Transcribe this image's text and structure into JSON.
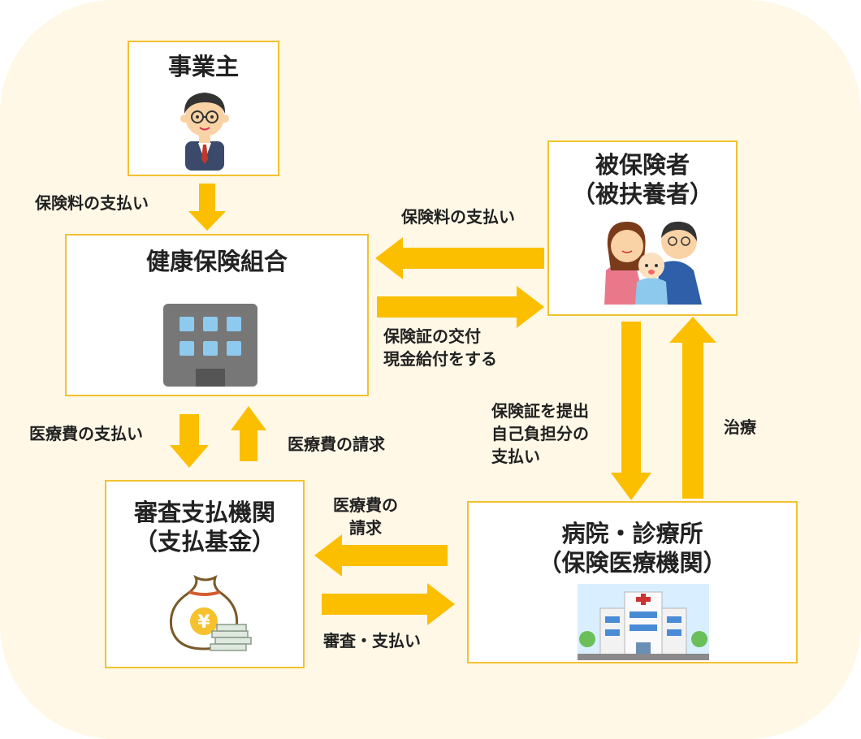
{
  "nodes": {
    "employer": "事業主",
    "insurer": "健康保険組合",
    "insured": "被保険者\n（被扶養者）",
    "reviewer": "審査支払機関\n（支払基金）",
    "hospital": "病院・診療所\n（保険医療機関）"
  },
  "edges": {
    "employer_to_insurer": "保険料の支払い",
    "insured_to_insurer": "保険料の支払い",
    "insurer_to_insured": "保険証の交付\n現金給付をする",
    "insurer_to_reviewer": "医療費の支払い",
    "reviewer_to_insurer": "医療費の請求",
    "insured_to_hospital": "保険証を提出\n自己負担分の\n支払い",
    "hospital_to_insured": "治療",
    "hospital_to_reviewer": "医療費の\n請求",
    "reviewer_to_hospital": "審査・支払い"
  },
  "icons": {
    "employer": "businessman-icon",
    "insurer": "office-building-icon",
    "insured": "family-icon",
    "reviewer": "money-bag-yen-icon",
    "hospital": "hospital-building-icon"
  },
  "colors": {
    "background": "#fff8e7",
    "box_border": "#f2c12e",
    "arrow": "#fbbf00"
  }
}
